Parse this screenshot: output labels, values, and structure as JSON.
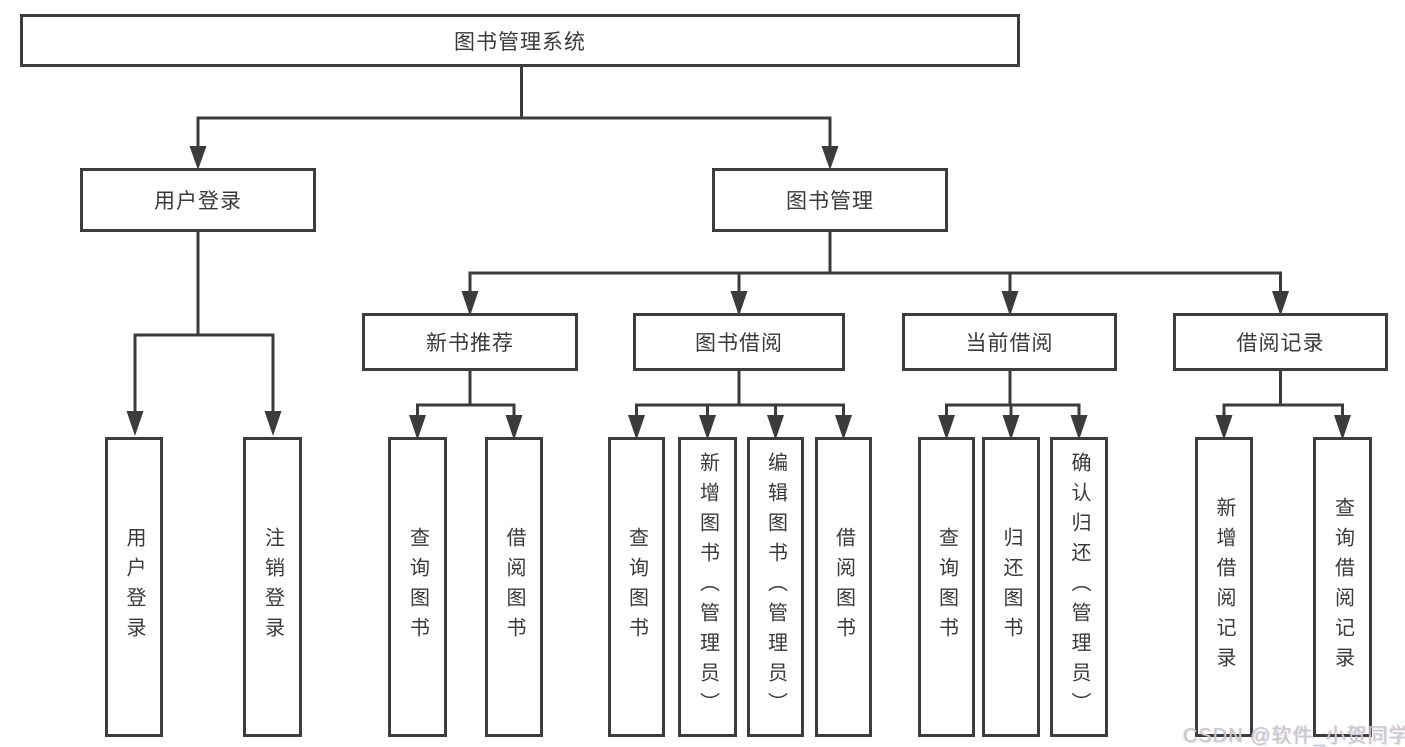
{
  "nodes": {
    "root": {
      "label": "图书管理系统"
    },
    "level1": [
      {
        "label": "用户登录"
      },
      {
        "label": "图书管理"
      }
    ],
    "level2": [
      {
        "label": "新书推荐"
      },
      {
        "label": "图书借阅"
      },
      {
        "label": "当前借阅"
      },
      {
        "label": "借阅记录"
      }
    ],
    "leaves": [
      {
        "label": "用户登录"
      },
      {
        "label": "注销登录"
      },
      {
        "label": "查询图书"
      },
      {
        "label": "借阅图书"
      },
      {
        "label": "查询图书"
      },
      {
        "label": "新增图书（管理员）"
      },
      {
        "label": "编辑图书（管理员）"
      },
      {
        "label": "借阅图书"
      },
      {
        "label": "查询图书"
      },
      {
        "label": "归还图书"
      },
      {
        "label": "确认归还（管理员）"
      },
      {
        "label": "新增借阅记录"
      },
      {
        "label": "查询借阅记录"
      }
    ]
  },
  "hierarchy": {
    "图书管理系统": {
      "用户登录": [
        "用户登录",
        "注销登录"
      ],
      "图书管理": {
        "新书推荐": [
          "查询图书",
          "借阅图书"
        ],
        "图书借阅": [
          "查询图书",
          "新增图书（管理员）",
          "编辑图书（管理员）",
          "借阅图书"
        ],
        "当前借阅": [
          "查询图书",
          "归还图书",
          "确认归还（管理员）"
        ],
        "借阅记录": [
          "新增借阅记录",
          "查询借阅记录"
        ]
      }
    }
  },
  "watermark": {
    "text": "CSDN @软件_小贺同学"
  },
  "colors": {
    "line": "#3b3b3b",
    "box_border": "#3d3d3d",
    "text": "#3a3a3a",
    "watermark": "#c9c9c9",
    "background": "#ffffff"
  }
}
